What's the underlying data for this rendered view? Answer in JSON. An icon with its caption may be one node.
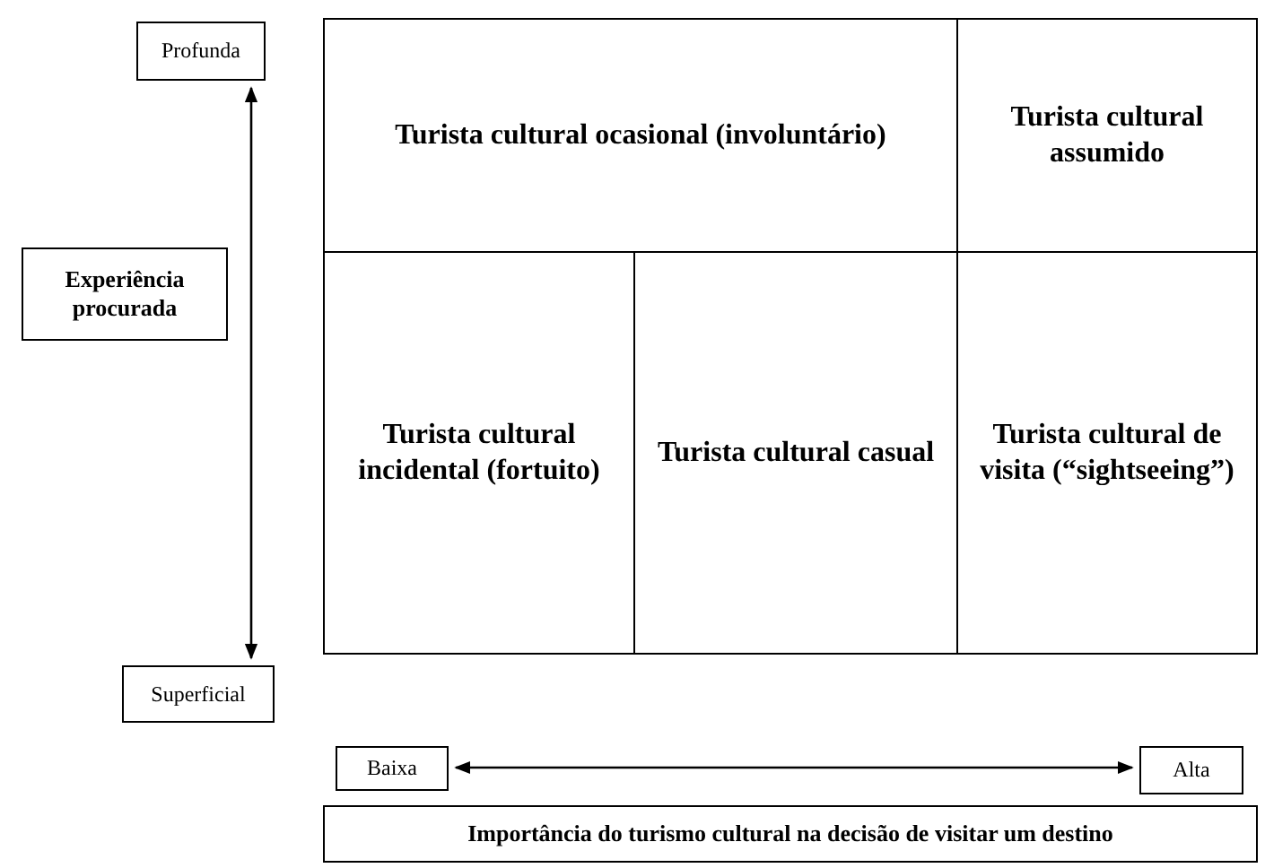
{
  "diagram": {
    "nodes": [
      {
        "text": [
          "Profunda"
        ]
      },
      {
        "text": [
          "Experiência procurada"
        ]
      },
      {
        "text": [
          "Superficial"
        ]
      },
      {
        "text": [
          "Turista cultural ocasional (involuntário)"
        ]
      },
      {
        "text": [
          "Turista cultural assumido"
        ]
      },
      {
        "text": [
          "Turista cultural incidental (fortuito)"
        ]
      },
      {
        "text": [
          "Turista cultural casual"
        ]
      },
      {
        "text": [
          "Turista cultural de visita (“sightseeing”)"
        ]
      },
      {
        "text": [
          "Baixa"
        ]
      },
      {
        "text": [
          "Alta"
        ]
      },
      {
        "text": [
          "Importância do turismo cultural na decisão de visitar um destino"
        ]
      }
    ],
    "edges": [
      {
        "from": 0,
        "to": 2,
        "arrow": "both"
      },
      {
        "from": 8,
        "to": 9,
        "arrow": "both"
      }
    ]
  }
}
